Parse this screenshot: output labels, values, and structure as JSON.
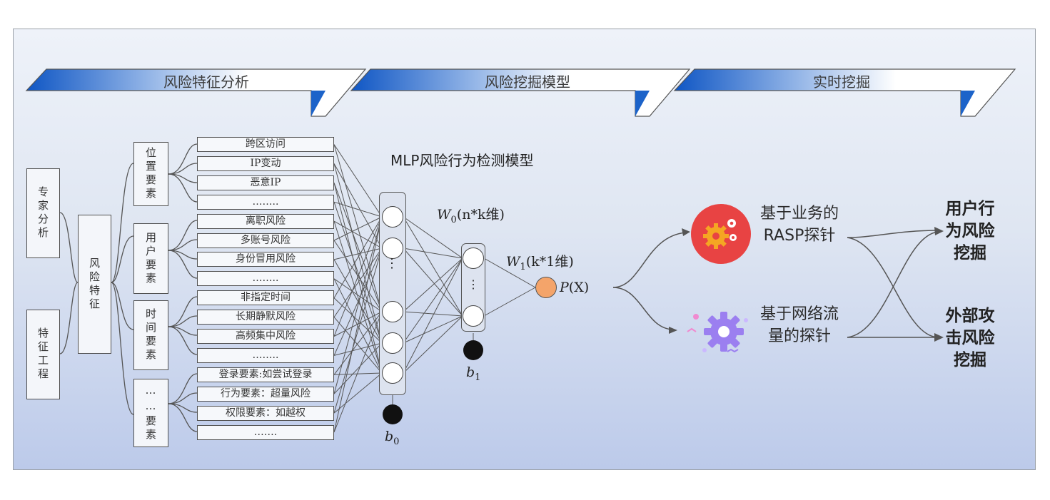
{
  "banners": [
    "风险特征分析",
    "风险挖掘模型",
    "实时挖掘"
  ],
  "left_boxes": {
    "expert": "专家分析",
    "feature_eng": "特征工程",
    "risk_feature": "风险特征"
  },
  "groups": [
    "位置要素",
    "用户要素",
    "时间要素",
    "……要素"
  ],
  "features": [
    "跨区访问",
    "IP变动",
    "恶意IP",
    "……..",
    "离职风险",
    "多账号风险",
    "身份冒用风险",
    "……..",
    "非指定时间",
    "长期静默风险",
    "高频集中风险",
    "……..",
    "登录要素:如尝试登录",
    "行为要素：超量风险",
    "权限要素：如越权",
    "……."
  ],
  "model": {
    "title": "MLP风险行为检测模型",
    "w0_sym": "W",
    "w0_sub": "0",
    "w0_desc": "(n*k维)",
    "w1_sym": "W",
    "w1_sub": "1",
    "w1_desc": "(k*1维)",
    "b0_sym": "b",
    "b0_sub": "0",
    "b1_sym": "b",
    "b1_sub": "1",
    "p_sym": "P",
    "p_arg": "(X)",
    "dots_v": "⋮"
  },
  "realtime": {
    "rasp_label": "基于业务的RASP探针",
    "traffic_label": "基于网络流量的探针",
    "out_user": "用户行为风险挖掘",
    "out_attack": "外部攻击风险挖掘",
    "rasp_icon": "gears-icon",
    "traffic_icon": "gear-icon"
  },
  "colors": {
    "banner_blue": "#1c63c9",
    "rasp_red": "#e84343",
    "gear_orange": "#f5a623",
    "traffic_purple": "#9b7ff0",
    "output_node": "#f4a46a"
  }
}
